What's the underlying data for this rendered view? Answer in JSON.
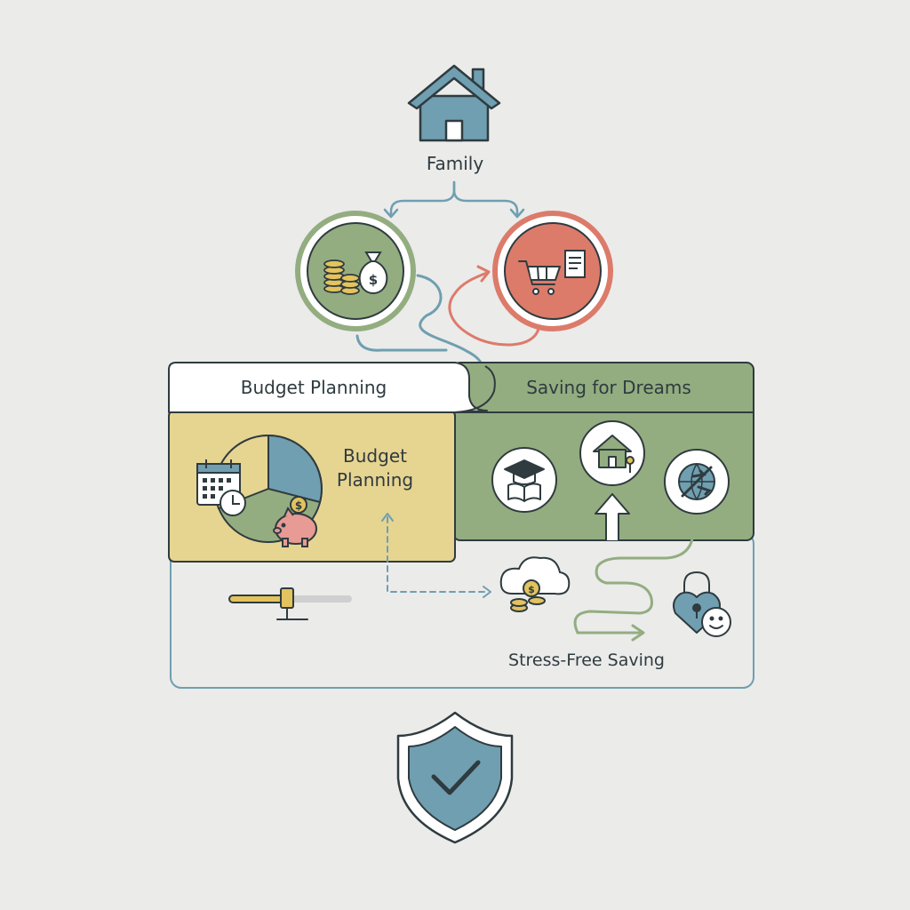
{
  "family": {
    "label": "Family"
  },
  "tabs": {
    "budget": "Budget Planning",
    "saving": "Saving for Dreams"
  },
  "budget_panel": {
    "label": "Budget Planning"
  },
  "stress_free": {
    "label": "Stress-Free Saving"
  },
  "colors": {
    "background": "#ebebea",
    "blue": "#6f9fb0",
    "green": "#93ad80",
    "red": "#dc7b6a",
    "yellow": "#e6d491",
    "stroke": "#2f3b3f",
    "gold": "#e3c35e",
    "pink": "#e89a94"
  },
  "icons": [
    "house-icon",
    "coins-icon",
    "money-bag-icon",
    "shopping-cart-icon",
    "receipt-icon",
    "calendar-icon",
    "clock-icon",
    "pie-chart-icon",
    "piggy-bank-icon",
    "graduation-book-icon",
    "dream-home-icon",
    "travel-globe-icon",
    "up-arrow-icon",
    "cloud-coins-icon",
    "lock-heart-icon",
    "smiley-icon",
    "slider-icon",
    "shield-check-icon"
  ]
}
